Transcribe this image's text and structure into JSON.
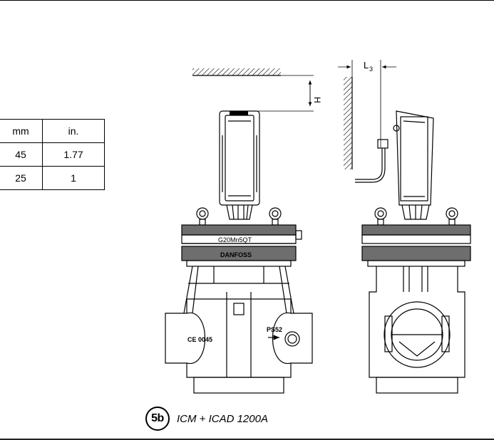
{
  "dimension_table": {
    "headers": [
      "mm",
      "in."
    ],
    "rows": [
      [
        "45",
        "1.77"
      ],
      [
        "25",
        "1"
      ]
    ]
  },
  "drawing_labels": {
    "h_dimension": "H",
    "l3_dimension_main": "L",
    "l3_dimension_sub": "3",
    "flange_marking": "G20Mn5QT",
    "brand_marking": "DANFOSS",
    "ce_marking": "CE 0045",
    "pressure_marking": "PS52"
  },
  "figure": {
    "badge": "5b",
    "caption": "ICM + ICAD 1200A"
  }
}
